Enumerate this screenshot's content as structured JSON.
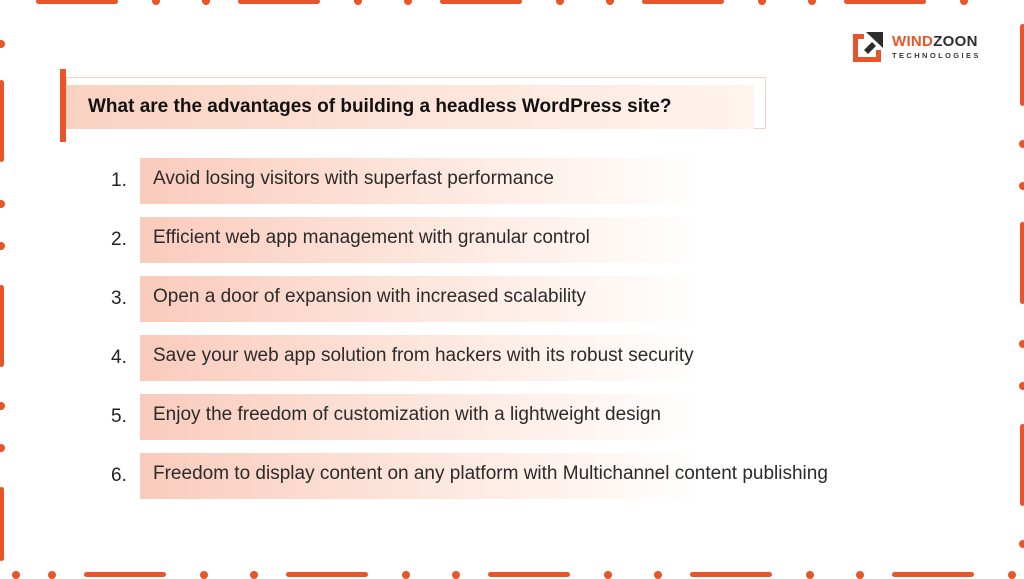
{
  "logo": {
    "word_prefix": "WIND",
    "word_suffix": "ZOON",
    "subtitle": "TECHNOLOGIES"
  },
  "title": "What are the advantages of building a headless WordPress site?",
  "items": [
    {
      "number": "1.",
      "text": "Avoid losing visitors with superfast performance"
    },
    {
      "number": "2.",
      "text": "Efficient web app management with granular control"
    },
    {
      "number": "3.",
      "text": "Open a door of expansion with increased scalability"
    },
    {
      "number": "4.",
      "text": "Save your web app solution from hackers with its robust security"
    },
    {
      "number": "5.",
      "text": "Enjoy the freedom of customization with a lightweight design"
    },
    {
      "number": "6.",
      "text": "Freedom to display content on any platform with Multichannel content publishing"
    }
  ],
  "colors": {
    "accent": "#e8552b",
    "highlight": "#f9cbbc",
    "text": "#2b2b2b"
  }
}
